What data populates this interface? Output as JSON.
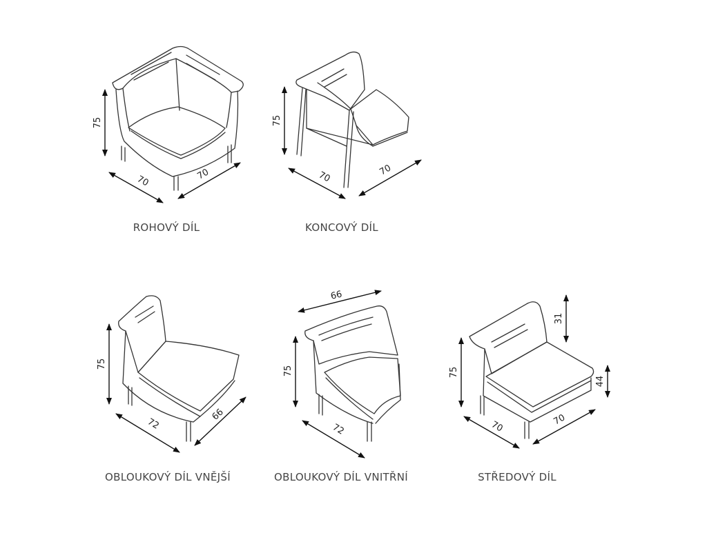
{
  "modules": [
    {
      "caption": "ROHOVÝ DÍL",
      "dims": {
        "height": "75",
        "left": "70",
        "right": "70"
      }
    },
    {
      "caption": "KONCOVÝ DÍL",
      "dims": {
        "height": "75",
        "left": "70",
        "right": "70"
      }
    },
    {
      "caption": "OBLOUKOVÝ DÍL VNĚJŠÍ",
      "dims": {
        "height": "75",
        "left": "72",
        "right": "66"
      }
    },
    {
      "caption": "OBLOUKOVÝ DÍL VNITŘNÍ",
      "dims": {
        "height": "75",
        "top": "66",
        "left": "72"
      }
    },
    {
      "caption": "STŘEDOVÝ DÍL",
      "dims": {
        "height": "75",
        "back": "31",
        "seat": "44",
        "left": "70",
        "right": "70"
      }
    }
  ]
}
